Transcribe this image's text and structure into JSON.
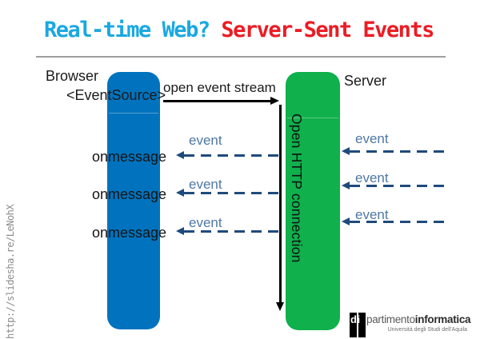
{
  "title": {
    "part1": "Real-time Web? ",
    "part2": "Server-Sent Events",
    "color_part1": "#1BA8E0",
    "color_part2": "#EC1C24"
  },
  "sidebar_url": "http://slidesha.re/LeNohX",
  "diagram": {
    "browser_label": "Browser",
    "server_label": "Server",
    "eventsource_label": "<EventSource>",
    "open_stream_label": "open event stream",
    "http_connection_label": "Open HTTP connection",
    "onmessage_labels": [
      "onmessage",
      "onmessage",
      "onmessage"
    ],
    "left_event_labels": [
      "event",
      "event",
      "event"
    ],
    "right_event_labels": [
      "event",
      "event",
      "event"
    ],
    "colors": {
      "browser_bar": "#0173BE",
      "server_bar": "#10B04C",
      "solid_arrow": "#000000",
      "dashed_arrow": "#1F4A7C",
      "event_text": "#4E78A4"
    }
  },
  "footer_logo": {
    "di": "di",
    "name_regular": "partimento",
    "name_bold": "informatica",
    "subtitle": "Università degli Studi dell'Aquila"
  }
}
